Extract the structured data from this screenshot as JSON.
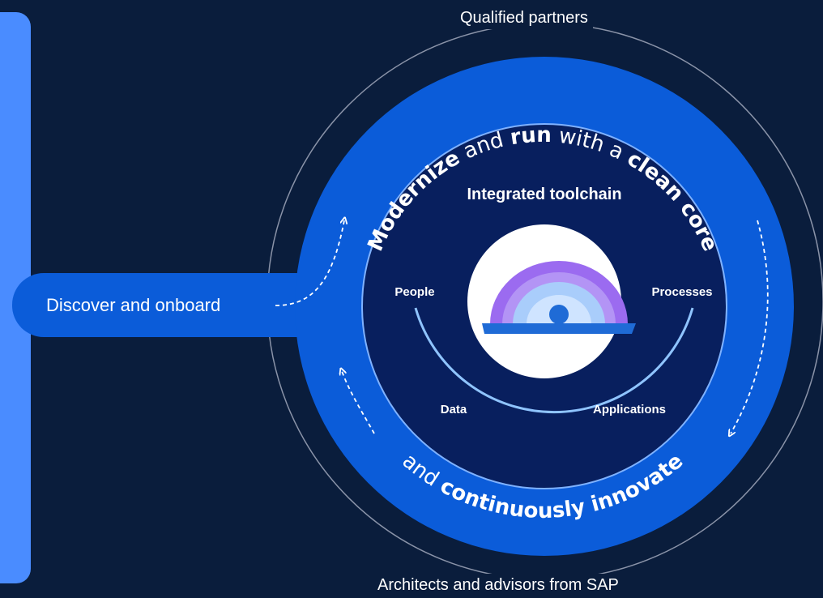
{
  "labels": {
    "outer_top": "Qualified partners",
    "outer_bottom": "Architects and advisors from SAP",
    "discover": "Discover and onboard",
    "ring_top": {
      "w1": "Modernize",
      "w2": " and ",
      "w3": "run",
      "w4": " with a ",
      "w5": "clean core"
    },
    "ring_bottom": {
      "w1": "and ",
      "w2": "continuously innovate"
    },
    "toolchain": "Integrated toolchain",
    "people": "People",
    "processes": "Processes",
    "data": "Data",
    "applications": "Applications"
  },
  "colors": {
    "background": "#0a1d3c",
    "side_panel": "#4a8cff",
    "ring": "#0b5cd9",
    "inner_disc": "#081f5e",
    "arc_light": "#8fc4ff",
    "center_white": "#ffffff",
    "rainbow_purple": "#9b6bf0",
    "rainbow_light": "#a9cdfb"
  },
  "icons": {
    "dashed_arrow": "dashed-arrow-icon",
    "platform_logo": "rainbow-platform-icon"
  }
}
